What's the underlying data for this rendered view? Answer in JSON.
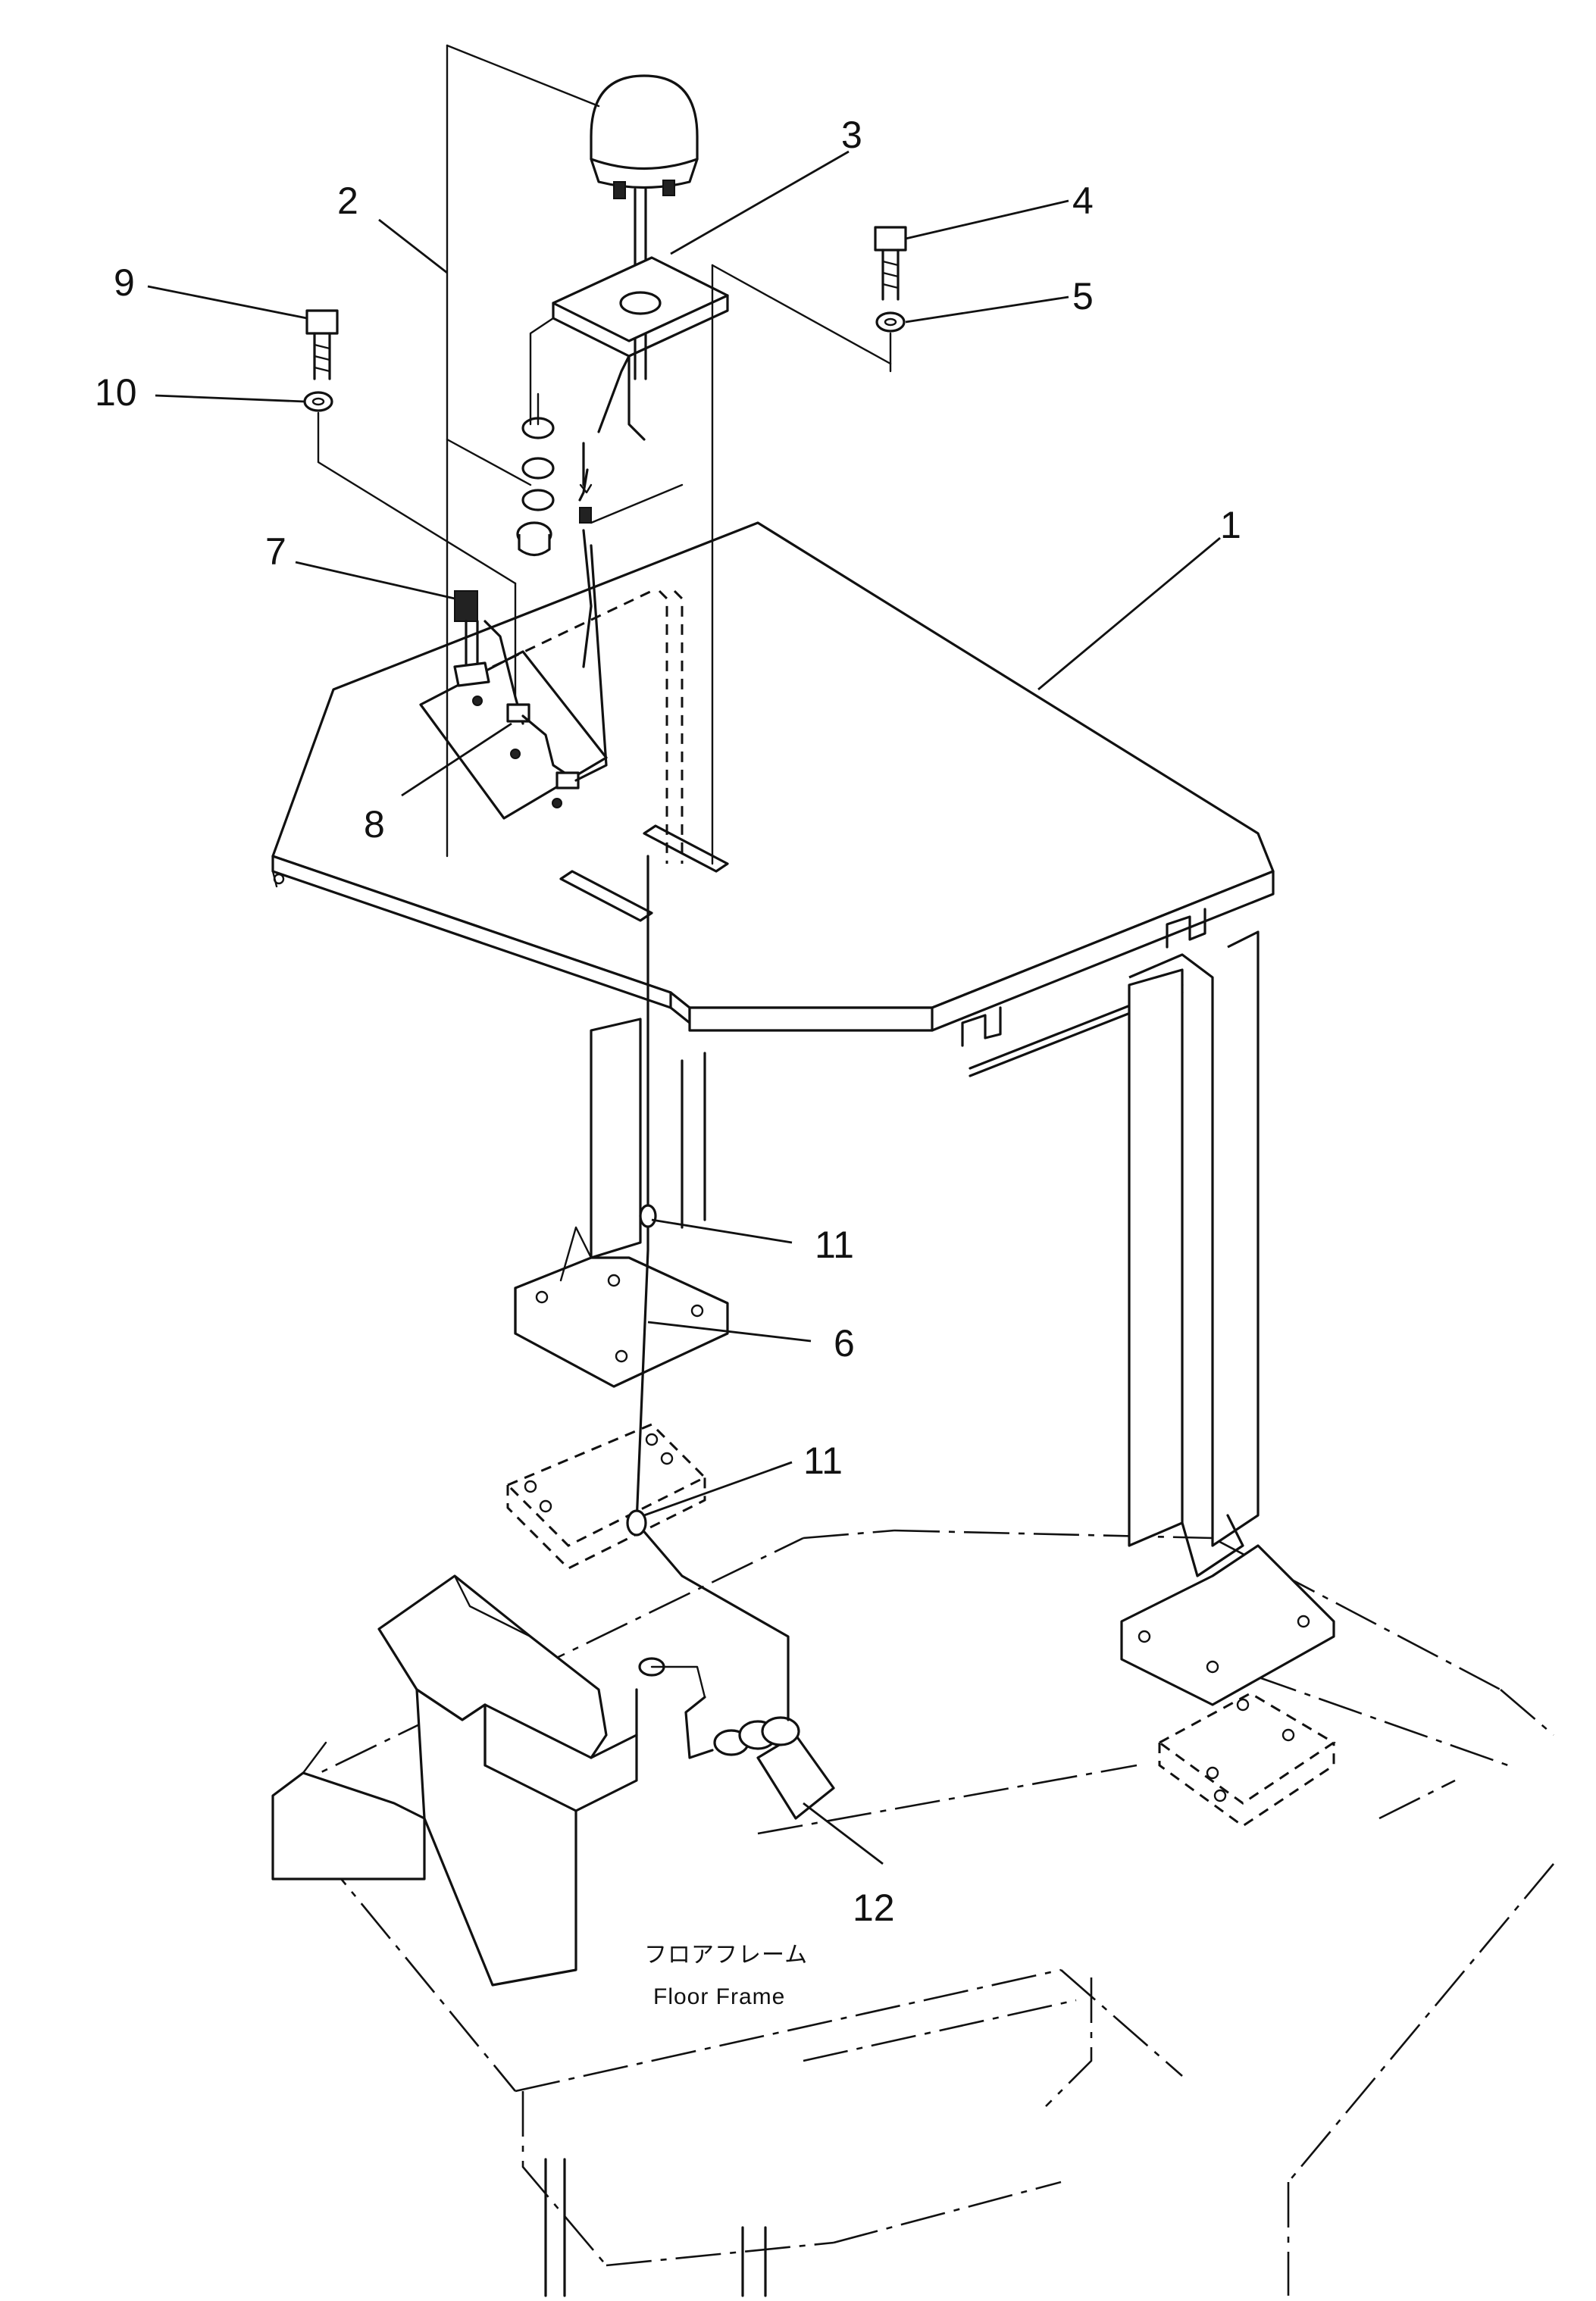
{
  "callouts": [
    {
      "id": "1",
      "label": "1"
    },
    {
      "id": "2",
      "label": "2"
    },
    {
      "id": "3",
      "label": "3"
    },
    {
      "id": "4",
      "label": "4"
    },
    {
      "id": "5",
      "label": "5"
    },
    {
      "id": "6",
      "label": "6"
    },
    {
      "id": "7",
      "label": "7"
    },
    {
      "id": "8",
      "label": "8"
    },
    {
      "id": "9",
      "label": "9"
    },
    {
      "id": "10",
      "label": "10"
    },
    {
      "id": "11a",
      "label": "11"
    },
    {
      "id": "11b",
      "label": "11"
    },
    {
      "id": "12",
      "label": "12"
    }
  ],
  "floor_frame": {
    "label_jp": "フロアフレーム",
    "label_en": "Floor Frame"
  }
}
